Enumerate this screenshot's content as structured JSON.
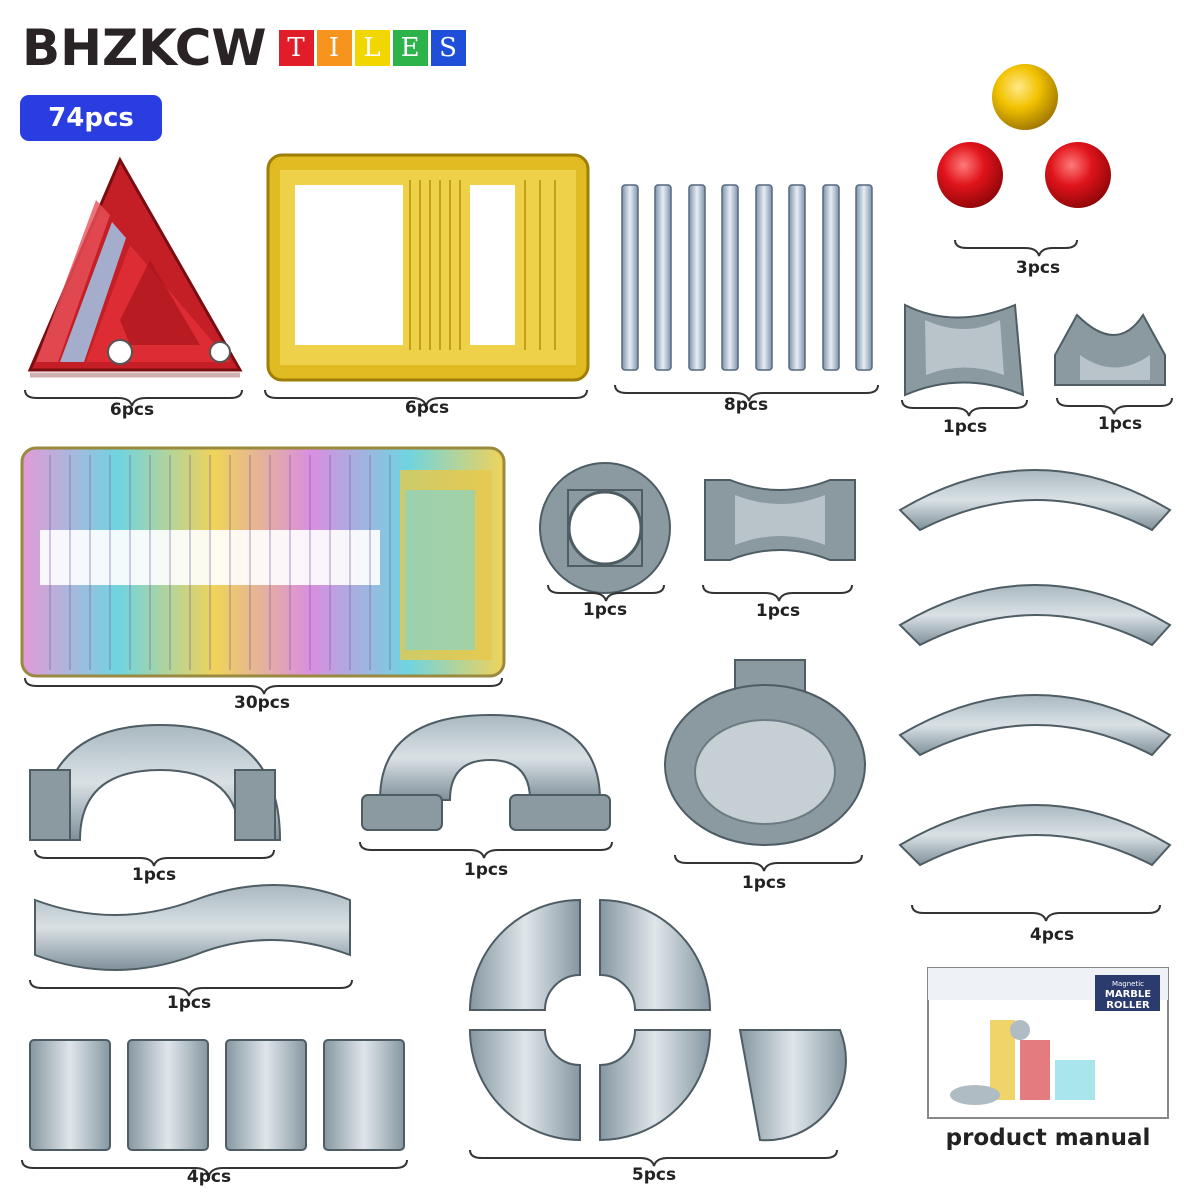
{
  "brand": {
    "name": "BHZKCW",
    "tiles": [
      {
        "letter": "T",
        "color": "#e11d2a"
      },
      {
        "letter": "I",
        "color": "#f7941d"
      },
      {
        "letter": "L",
        "color": "#f2d600"
      },
      {
        "letter": "E",
        "color": "#2eb34a"
      },
      {
        "letter": "S",
        "color": "#1f4fd8"
      }
    ]
  },
  "badge": {
    "text": "74pcs",
    "color": "#2a3de0"
  },
  "items": [
    {
      "name": "triangle-tiles",
      "count": "6pcs"
    },
    {
      "name": "yellow-frame-tiles",
      "count": "6pcs"
    },
    {
      "name": "connector-rods",
      "count": "8pcs"
    },
    {
      "name": "marbles",
      "count": "3pcs"
    },
    {
      "name": "curved-connector",
      "count": "1pcs"
    },
    {
      "name": "funnel-connector",
      "count": "1pcs"
    },
    {
      "name": "square-tiles",
      "count": "30pcs"
    },
    {
      "name": "round-tunnel",
      "count": "1pcs"
    },
    {
      "name": "saddle-piece",
      "count": "1pcs"
    },
    {
      "name": "arc-tracks",
      "count": "4pcs"
    },
    {
      "name": "bridge-arch",
      "count": "1pcs"
    },
    {
      "name": "u-turn-track",
      "count": "1pcs"
    },
    {
      "name": "bowl-funnel",
      "count": "1pcs"
    },
    {
      "name": "wave-track",
      "count": "1pcs"
    },
    {
      "name": "quarter-circle-tracks",
      "count": "5pcs"
    },
    {
      "name": "straight-chutes",
      "count": "4pcs"
    }
  ],
  "manual": {
    "label": "product manual",
    "cover_brand_line1": "Magnetic",
    "cover_brand_line2": "MARBLE",
    "cover_brand_line3": "ROLLER"
  },
  "colors": {
    "track": "#8fa0aa",
    "track_dark": "#5c6c76",
    "marble_red": "#e0141b",
    "marble_yellow": "#f2c200",
    "tile_yellow": "#e8c22a",
    "tile_red": "#d2232a",
    "rod": "#b8c6d6"
  }
}
